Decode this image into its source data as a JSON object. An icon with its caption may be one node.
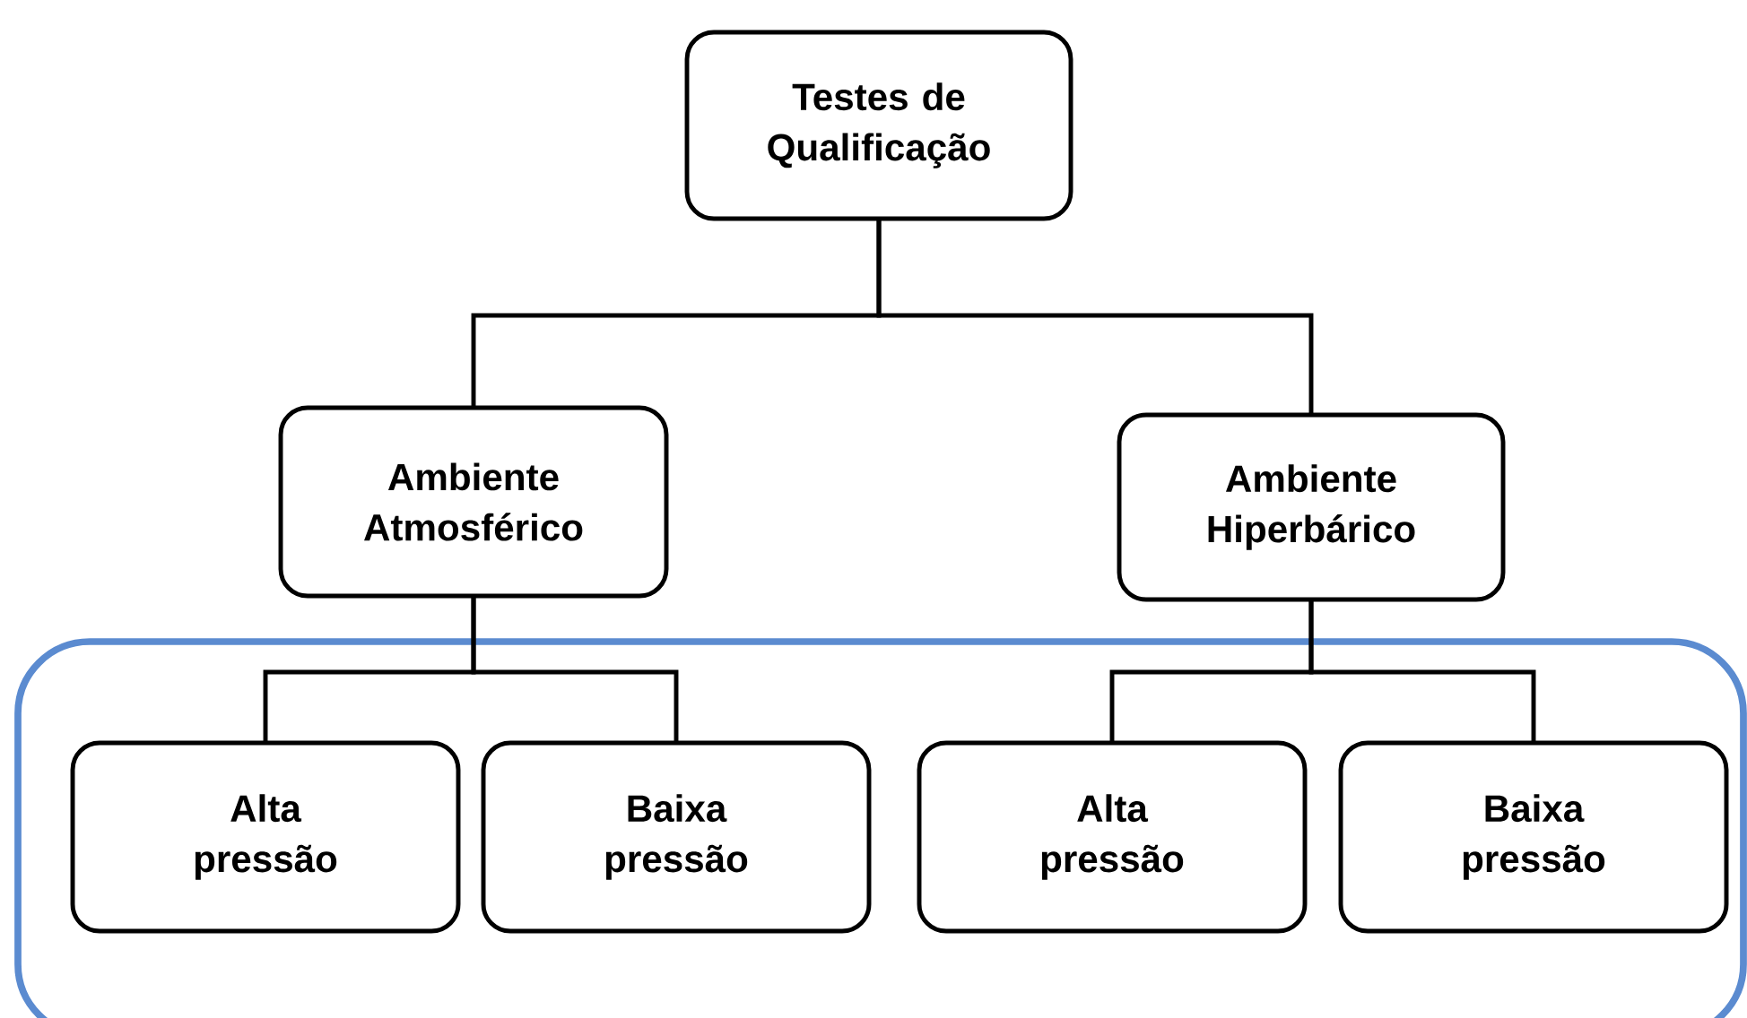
{
  "diagram": {
    "nodes": [
      {
        "text": [
          "Testes de Qualificação"
        ]
      },
      {
        "text": [
          "Ambiente Atmosférico"
        ]
      },
      {
        "text": [
          "Ambiente Hiperbárico"
        ]
      },
      {
        "text": [],
        "shape": "box"
      },
      {
        "text": [
          "Alta pressão"
        ],
        "in": 3
      },
      {
        "text": [
          "Baixa pressão"
        ],
        "in": 3
      },
      {
        "text": [
          "Alta pressão"
        ],
        "in": 3
      },
      {
        "text": [
          "Baixa pressão"
        ],
        "in": 3
      }
    ],
    "edges": [
      {
        "from": 0,
        "to": 1,
        "arrow": "none"
      },
      {
        "from": 0,
        "to": 2,
        "arrow": "none"
      },
      {
        "from": 1,
        "to": 4,
        "arrow": "none"
      },
      {
        "from": 1,
        "to": 5,
        "arrow": "none"
      },
      {
        "from": 2,
        "to": 6,
        "arrow": "none"
      },
      {
        "from": 2,
        "to": 7,
        "arrow": "none"
      }
    ]
  }
}
